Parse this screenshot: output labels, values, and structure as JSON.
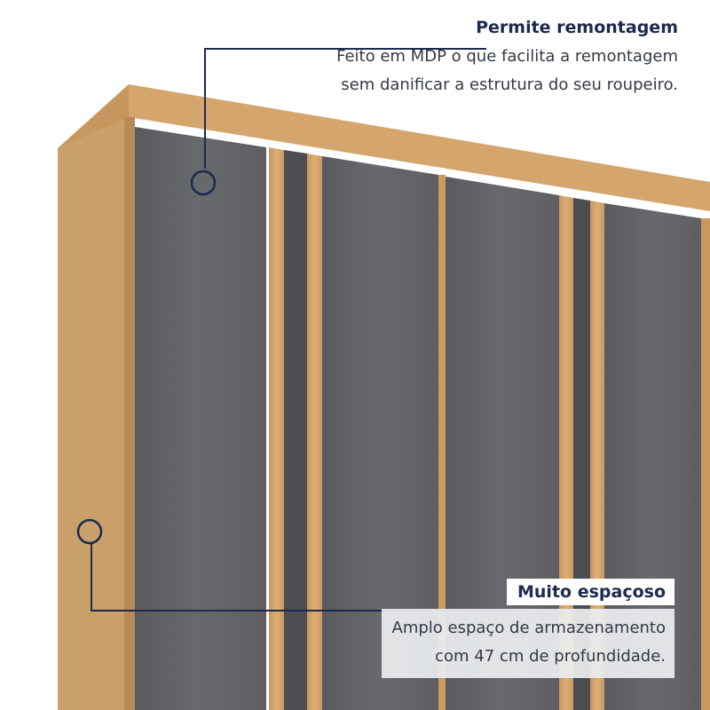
{
  "callouts": {
    "remount": {
      "title": "Permite remontagem",
      "line1": "Feito em MDP o que facilita a remontagem",
      "line2": "sem danificar a estrutura do seu roupeiro."
    },
    "space": {
      "title": "Muito espaçoso",
      "line1": "Amplo espaço de armazenamento",
      "line2": "com 47 cm de profundidade."
    }
  },
  "colors": {
    "wood": "#d3a46c",
    "wood_dark": "#b98a55",
    "panel": "#636569",
    "accent": "#1c2a4f"
  },
  "icons": [
    "callout-marker-icon"
  ]
}
